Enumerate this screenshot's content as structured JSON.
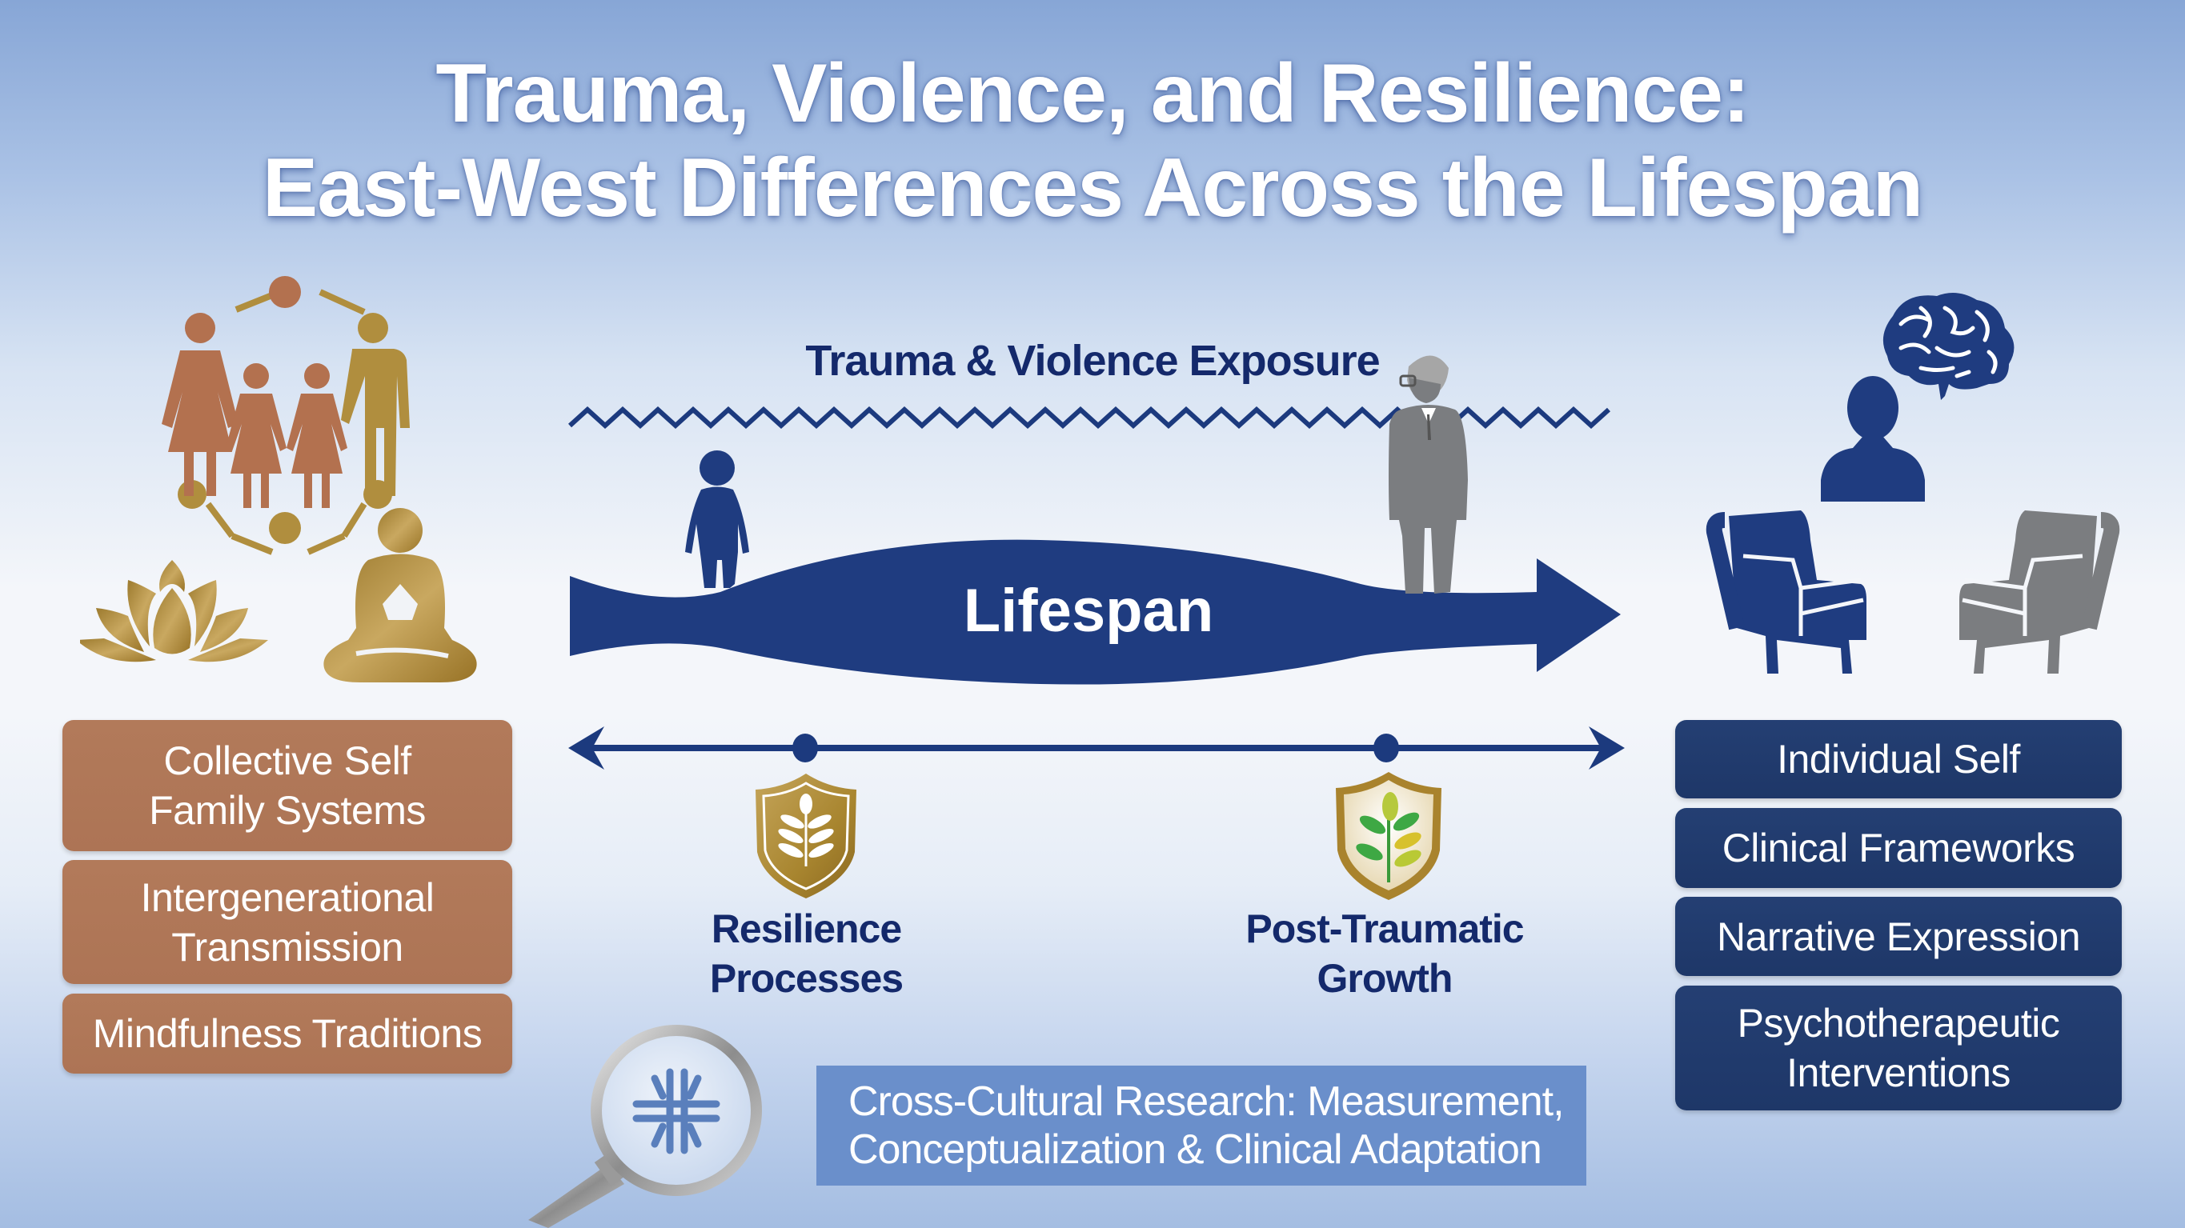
{
  "title": {
    "line1": "Trauma, Violence, and Resilience:",
    "line2": "East-West Differences Across the Lifespan"
  },
  "timeline": {
    "exposure_label": "Trauma & Violence Exposure",
    "lifespan_label": "Lifespan",
    "nodes": [
      {
        "line1": "Resilience",
        "line2": "Processes",
        "icon": "shield-wheat-icon"
      },
      {
        "line1": "Post-Traumatic",
        "line2": "Growth",
        "icon": "shield-sprout-icon"
      }
    ]
  },
  "east": {
    "icons": [
      "family-circle-icon",
      "lotus-icon",
      "meditating-person-icon"
    ],
    "items": [
      {
        "line1": "Collective Self",
        "line2": "Family Systems"
      },
      {
        "line1": "Intergenerational",
        "line2": "Transmission"
      },
      {
        "line1": "Mindfulness Traditions",
        "line2": ""
      }
    ]
  },
  "west": {
    "icons": [
      "brain-icon",
      "person-bust-icon",
      "armchair-icon"
    ],
    "items": [
      {
        "line1": "Individual Self",
        "line2": ""
      },
      {
        "line1": "Clinical Frameworks",
        "line2": ""
      },
      {
        "line1": "Narrative Expression",
        "line2": ""
      },
      {
        "line1": "Psychotherapeutic",
        "line2": "Interventions"
      }
    ]
  },
  "research": {
    "line1": "Cross-Cultural Research: Measurement,",
    "line2": "Conceptualization & Clinical Adaptation",
    "icon": "magnifying-glass-icon"
  },
  "colors": {
    "navy": "#1c3a7e",
    "east_box": "#b07757",
    "west_box": "#213c70",
    "gold": "#b08e3e",
    "terracotta": "#b3714f",
    "gray": "#7b7d80",
    "banner": "#6a8fcb"
  }
}
